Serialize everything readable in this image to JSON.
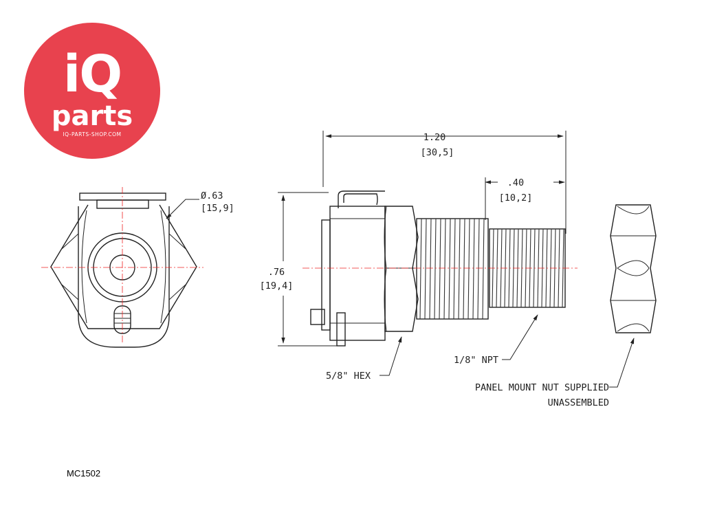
{
  "logo": {
    "brand_top": "iQ",
    "brand_bottom": "parts",
    "url": "IQ-PARTS-SHOP.COM",
    "color": "#e8424e"
  },
  "model": "MC1502",
  "dimensions": {
    "diameter_in": "Ø.63",
    "diameter_mm": "[15,9]",
    "length_in": "1.20",
    "length_mm": "[30,5]",
    "thread_in": ".40",
    "thread_mm": "[10,2]",
    "height_in": ".76",
    "height_mm": "[19,4]"
  },
  "callouts": {
    "hex": "5/8\" HEX",
    "npt": "1/8\" NPT",
    "nut_line1": "PANEL MOUNT NUT SUPPLIED",
    "nut_line2": "UNASSEMBLED"
  }
}
